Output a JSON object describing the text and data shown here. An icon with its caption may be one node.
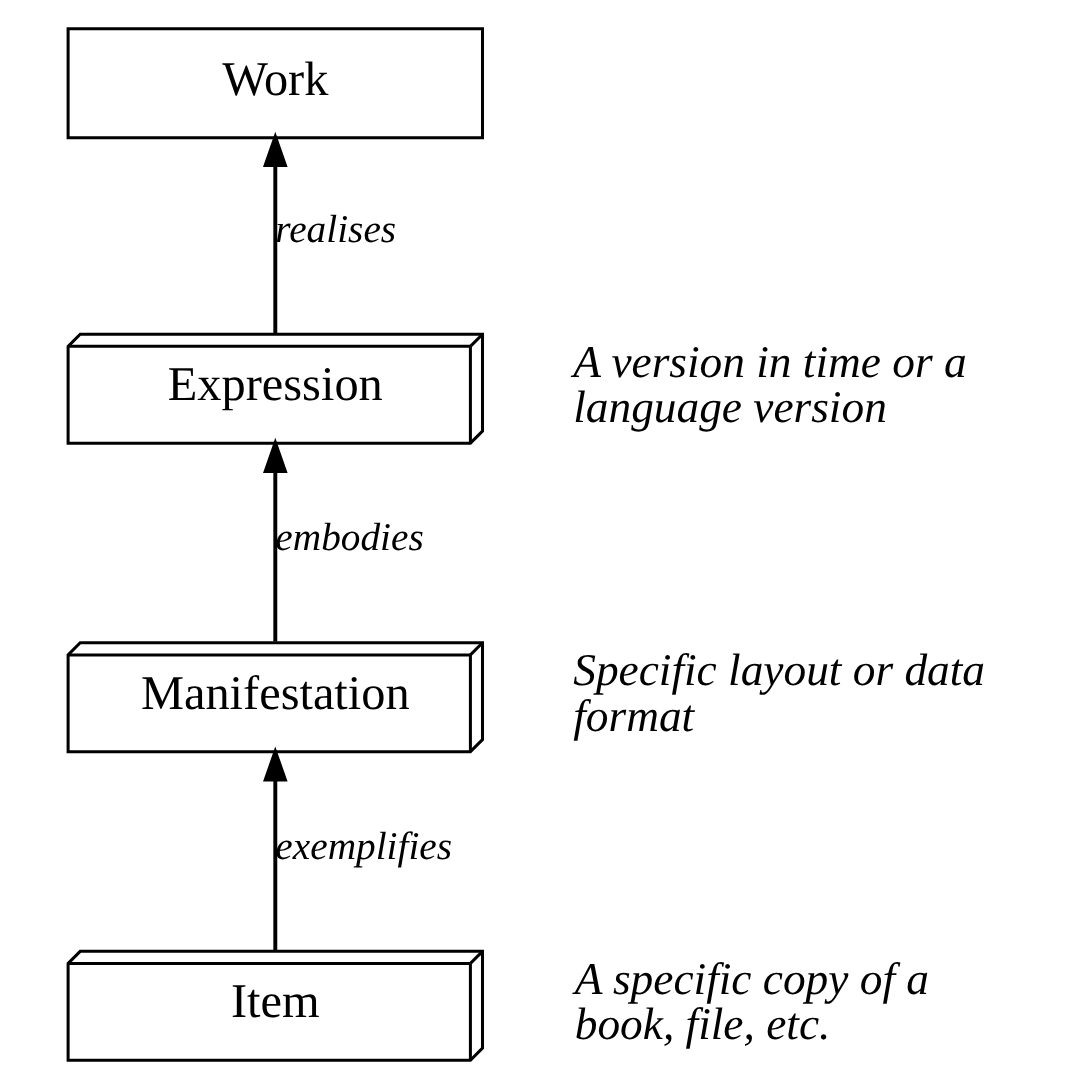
{
  "diagram": {
    "nodes": [
      {
        "text": [
          "Work"
        ]
      },
      {
        "text": [
          "Expression"
        ],
        "beside": [
          "A version in time or a language version"
        ]
      },
      {
        "text": [
          "Manifestation"
        ],
        "beside": [
          "Specific layout or data format"
        ]
      },
      {
        "text": [
          "Item"
        ],
        "beside": [
          "A specific copy of a book, file, etc."
        ]
      }
    ],
    "edges": [
      {
        "from": 1,
        "to": 0,
        "arrow": "to",
        "label": "realises"
      },
      {
        "from": 2,
        "to": 1,
        "arrow": "to",
        "label": "embodies"
      },
      {
        "from": 3,
        "to": 2,
        "arrow": "to",
        "label": "exemplifies"
      }
    ]
  }
}
